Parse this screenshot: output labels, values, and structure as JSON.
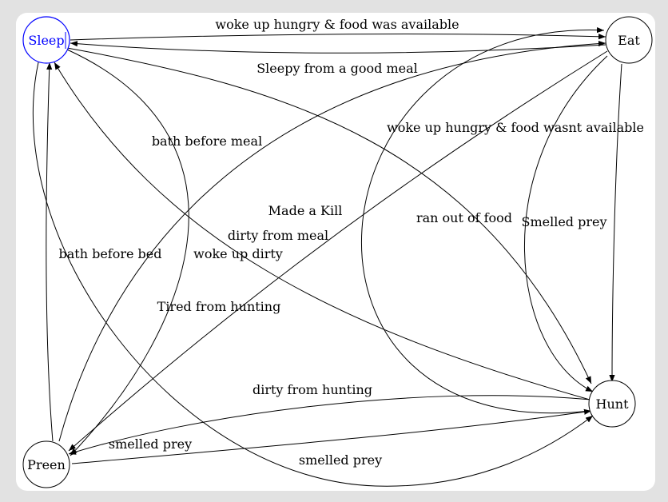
{
  "diagram": {
    "colors": {
      "selected_node": "#0000ff",
      "default_node": "#000000",
      "background": "#ffffff",
      "frame": "#e2e2e2"
    },
    "nodes": {
      "sleep": {
        "label": "Sleep",
        "selected": true
      },
      "eat": {
        "label": "Eat",
        "selected": false
      },
      "hunt": {
        "label": "Hunt",
        "selected": false
      },
      "preen": {
        "label": "Preen",
        "selected": false
      }
    },
    "edges": {
      "sleep_eat_available": {
        "from": "Sleep",
        "to": "Eat",
        "label": "woke up hungry & food was available"
      },
      "eat_sleep": {
        "from": "Eat",
        "to": "Sleep",
        "label": "Sleepy from a good meal"
      },
      "sleep_hunt": {
        "from": "Sleep",
        "to": "Hunt",
        "label": "woke up hungry & food wasnt available"
      },
      "sleep_preen": {
        "from": "Sleep",
        "to": "Preen",
        "label": "woke up dirty"
      },
      "preen_sleep": {
        "from": "Preen",
        "to": "Sleep",
        "label": "bath before bed"
      },
      "preen_eat": {
        "from": "Preen",
        "to": "Eat",
        "label": "bath before meal"
      },
      "hunt_eat": {
        "from": "Hunt",
        "to": "Eat",
        "label": "Made a Kill"
      },
      "eat_hunt_ran_out": {
        "from": "Eat",
        "to": "Hunt",
        "label": "ran out of food"
      },
      "eat_hunt_smelled": {
        "from": "Eat",
        "to": "Hunt",
        "label": "Smelled prey"
      },
      "eat_preen": {
        "from": "Eat",
        "to": "Preen",
        "label": "dirty from meal"
      },
      "hunt_sleep": {
        "from": "Hunt",
        "to": "Sleep",
        "label": "Tired from hunting"
      },
      "hunt_preen": {
        "from": "Hunt",
        "to": "Preen",
        "label": "dirty from hunting"
      },
      "preen_hunt_top": {
        "from": "Preen",
        "to": "Hunt",
        "label": "smelled prey"
      },
      "sleep_hunt_bottom": {
        "from": "Sleep",
        "to": "Hunt",
        "label": "smelled prey"
      }
    }
  }
}
